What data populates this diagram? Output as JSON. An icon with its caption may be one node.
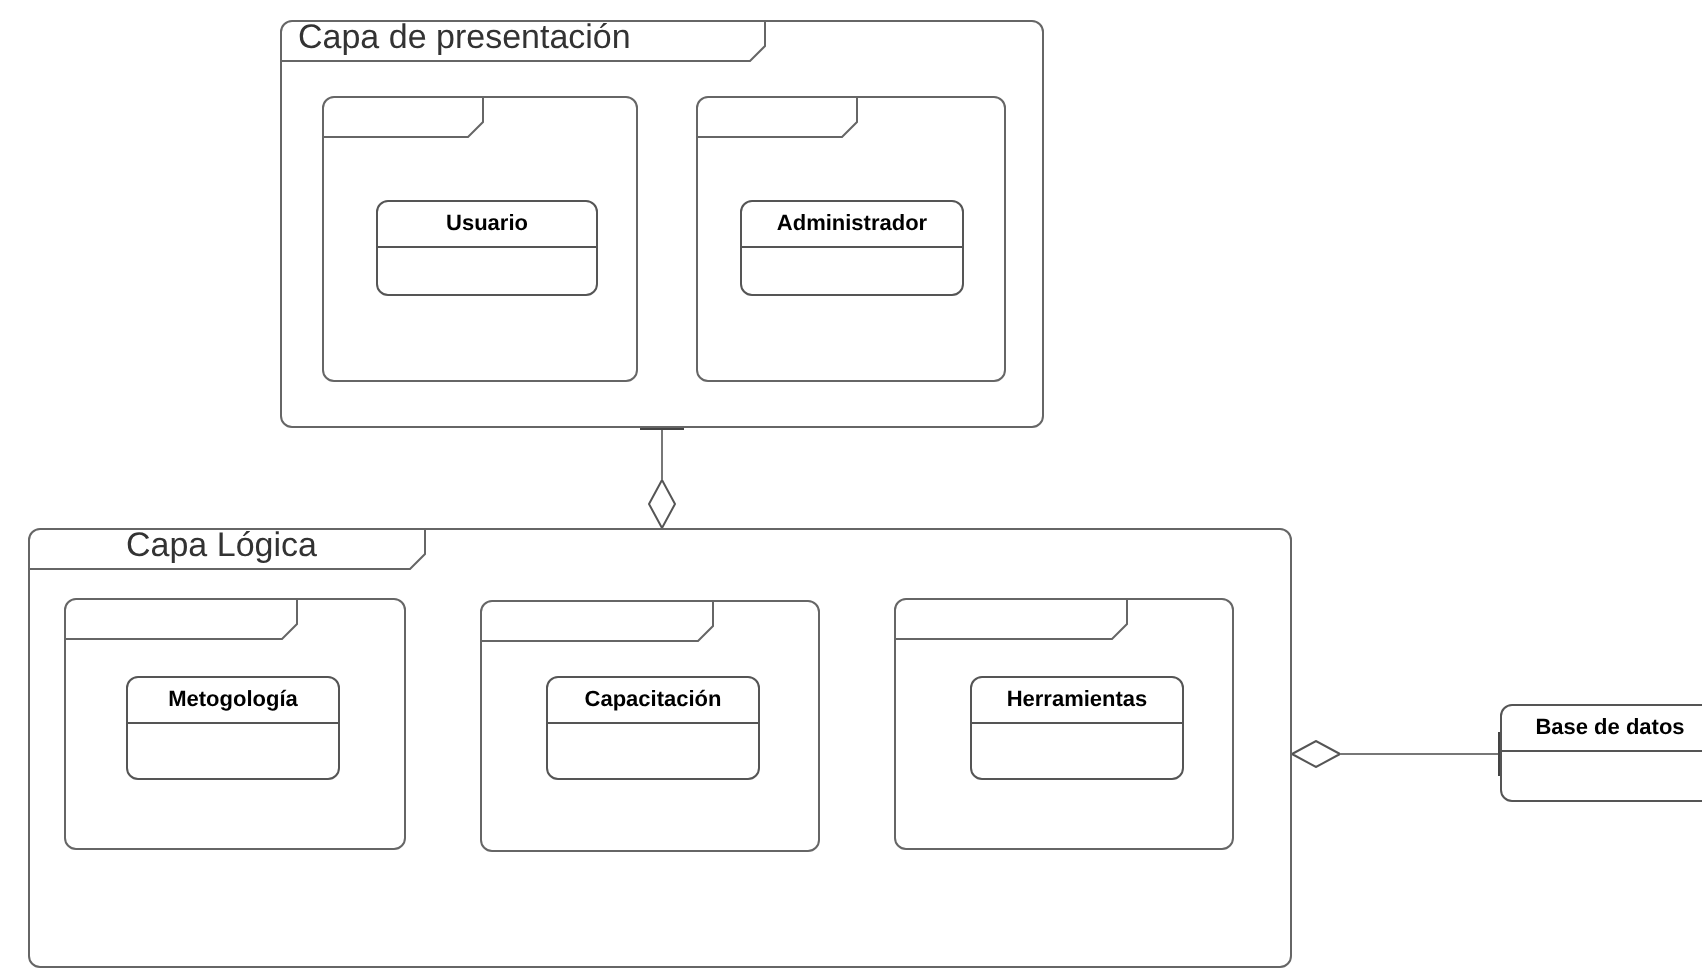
{
  "diagram": {
    "nodes": [
      {
        "text": [
          "Capa de presentación"
        ]
      },
      {
        "text": [],
        "shape": "folder",
        "in": 0
      },
      {
        "text": [
          "Usuario"
        ],
        "in": 1
      },
      {
        "text": [],
        "shape": "folder",
        "in": 0
      },
      {
        "text": [
          "Administrador"
        ],
        "in": 3
      },
      {
        "text": [
          "Capa Lógica"
        ]
      },
      {
        "text": [],
        "shape": "folder",
        "in": 5
      },
      {
        "text": [
          "Metogología"
        ],
        "in": 6
      },
      {
        "text": [],
        "shape": "folder",
        "in": 5
      },
      {
        "text": [
          "Capacitación"
        ],
        "in": 8
      },
      {
        "text": [],
        "shape": "folder",
        "in": 5
      },
      {
        "text": [
          "Herramientas"
        ],
        "in": 10
      },
      {
        "text": [
          "Base de datos"
        ]
      }
    ],
    "edges": [
      {
        "from": 0,
        "to": 5,
        "arrow": "other"
      },
      {
        "from": 12,
        "to": 5,
        "arrow": "other"
      }
    ]
  }
}
